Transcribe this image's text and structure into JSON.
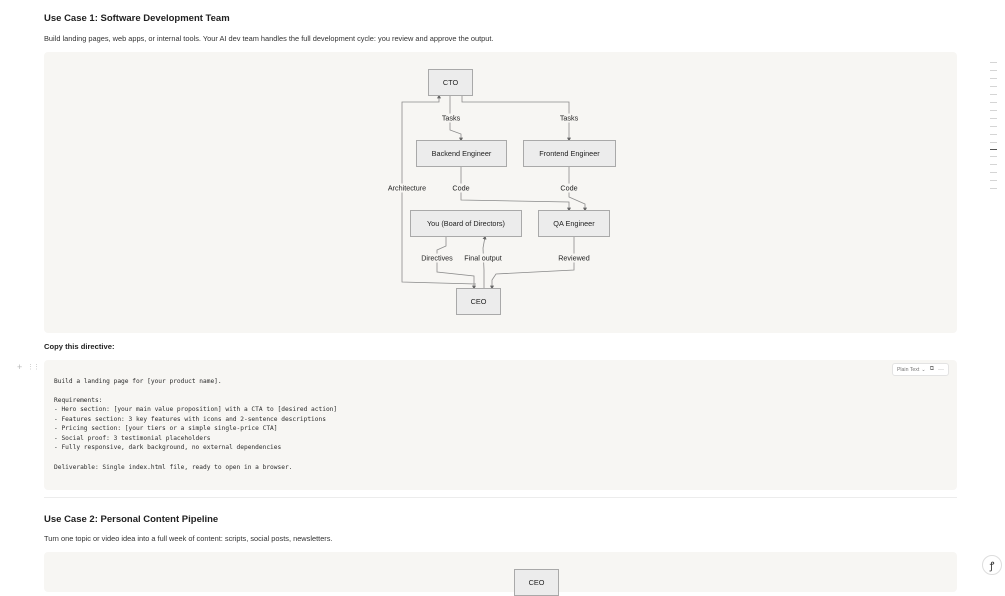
{
  "section1": {
    "title": "Use Case 1: Software Development Team",
    "description": "Build landing pages, web apps, or internal tools. Your AI dev team handles the full development cycle: you review and approve the output."
  },
  "diagram1": {
    "nodes": {
      "cto": "CTO",
      "backend": "Backend Engineer",
      "frontend": "Frontend Engineer",
      "board": "You (Board of Directors)",
      "qa": "QA Engineer",
      "ceo": "CEO"
    },
    "edges": {
      "tasks_backend": "Tasks",
      "tasks_frontend": "Tasks",
      "architecture": "Architecture",
      "code_backend": "Code",
      "code_frontend": "Code",
      "directives": "Directives",
      "final_output": "Final output",
      "reviewed": "Reviewed"
    }
  },
  "copy_label": "Copy this directive:",
  "code_block": {
    "language": "Plain Text",
    "lines": [
      "Build a landing page for [your product name].",
      "",
      "Requirements:",
      "- Hero section: [your main value proposition] with a CTA to [desired action]",
      "- Features section: 3 key features with icons and 2-sentence descriptions",
      "- Pricing section: [your tiers or a simple single-price CTA]",
      "- Social proof: 3 testimonial placeholders",
      "- Fully responsive, dark background, no external dependencies",
      "",
      "Deliverable: Single index.html file, ready to open in a browser."
    ]
  },
  "section2": {
    "title": "Use Case 2: Personal Content Pipeline",
    "description": "Turn one topic or video idea into a full week of content: scripts, social posts, newsletters."
  },
  "diagram2": {
    "partial_node": "CEO"
  }
}
